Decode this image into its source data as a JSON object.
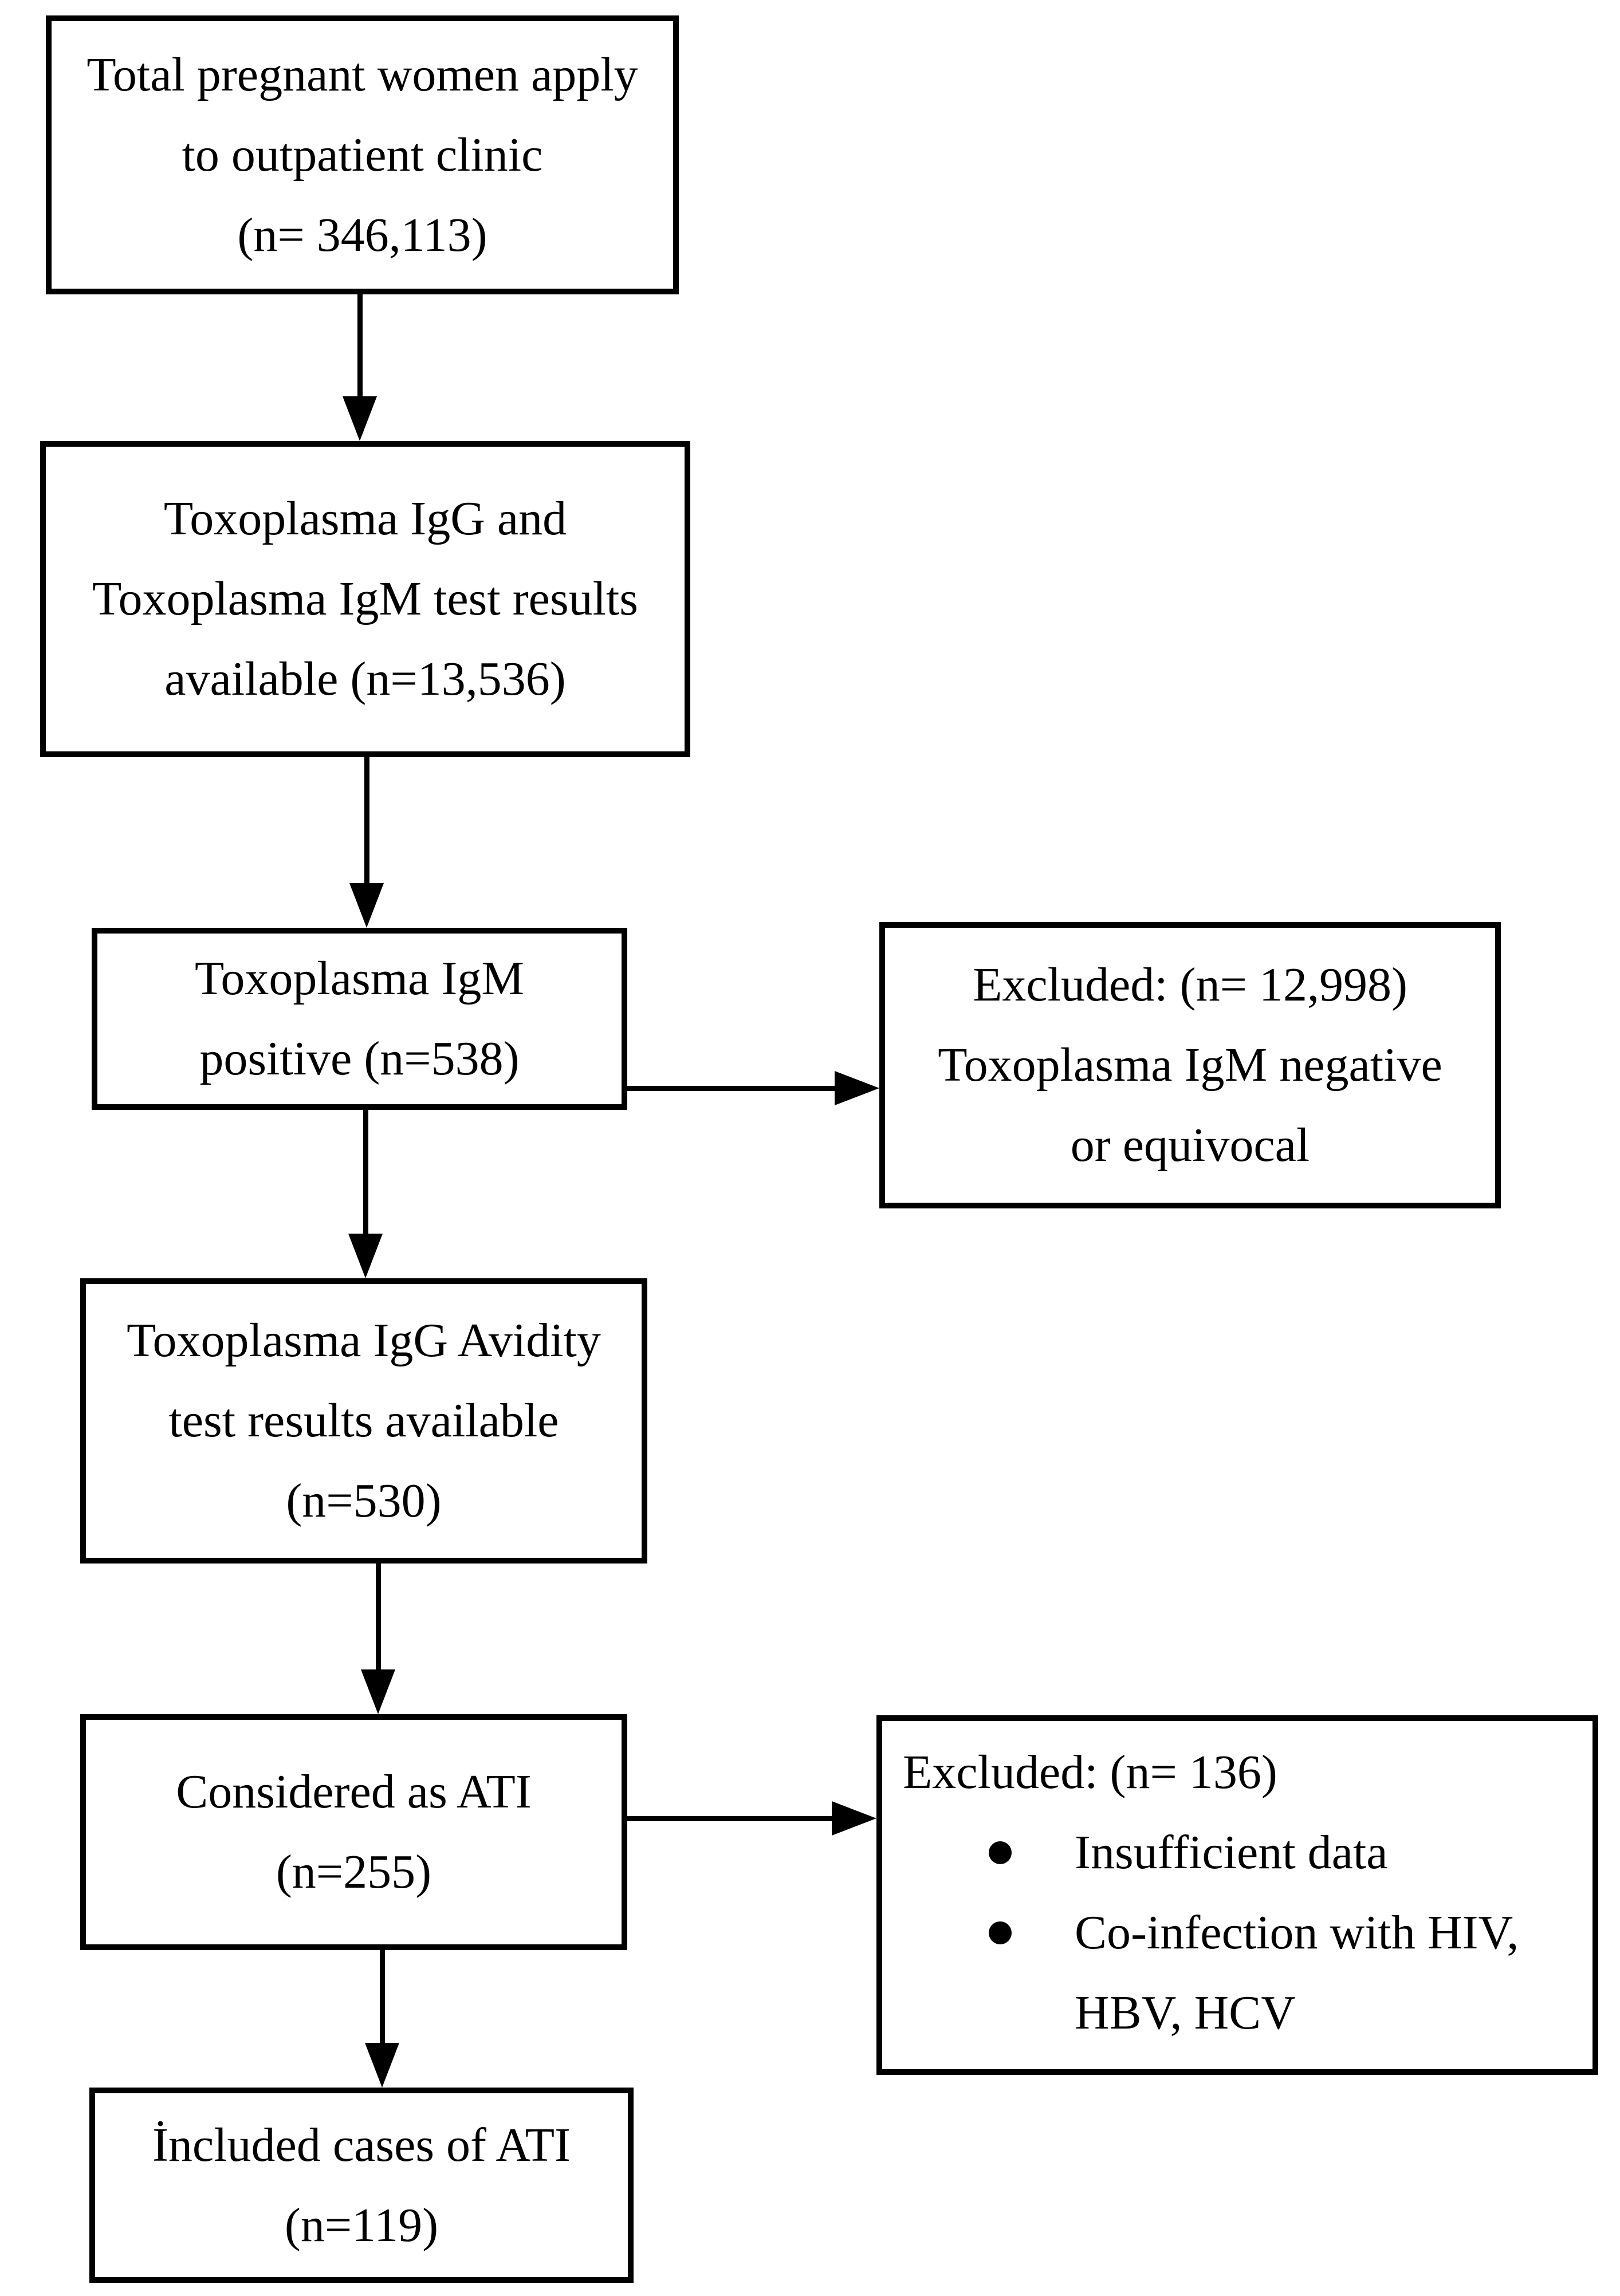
{
  "flowchart": {
    "colors": {
      "border": "#000000",
      "text": "#000000",
      "background": "#ffffff"
    },
    "boxes": [
      {
        "id": "total-pregnant-women",
        "lines": [
          "Total pregnant women apply",
          "to outpatient clinic",
          "(n= 346,113)"
        ]
      },
      {
        "id": "igg-igm-test-results",
        "lines": [
          "Toxoplasma IgG and",
          "Toxoplasma IgM test results",
          "available (n=13,536)"
        ]
      },
      {
        "id": "igm-positive",
        "lines": [
          "Toxoplasma IgM",
          "positive (n=538)"
        ]
      },
      {
        "id": "excluded-igm-negative",
        "lines": [
          "Excluded: (n= 12,998)",
          "Toxoplasma IgM negative",
          "or equivocal"
        ]
      },
      {
        "id": "igg-avidity-results",
        "lines": [
          "Toxoplasma IgG Avidity",
          "test results available",
          "(n=530)"
        ]
      },
      {
        "id": "considered-ati",
        "lines": [
          "Considered as ATI",
          "(n=255)"
        ]
      },
      {
        "id": "excluded-ati",
        "header": "Excluded: (n= 136)",
        "bullets": [
          "Insufficient data",
          "Co-infection with HIV, HBV, HCV"
        ]
      },
      {
        "id": "included-ati",
        "lines": [
          "İncluded cases of ATI",
          "(n=119)"
        ]
      }
    ],
    "connections": [
      {
        "from": "total-pregnant-women",
        "to": "igg-igm-test-results",
        "direction": "down"
      },
      {
        "from": "igg-igm-test-results",
        "to": "igm-positive",
        "direction": "down"
      },
      {
        "from": "igm-positive",
        "to": "excluded-igm-negative",
        "direction": "right"
      },
      {
        "from": "igm-positive",
        "to": "igg-avidity-results",
        "direction": "down"
      },
      {
        "from": "igg-avidity-results",
        "to": "considered-ati",
        "direction": "down"
      },
      {
        "from": "considered-ati",
        "to": "excluded-ati",
        "direction": "right"
      },
      {
        "from": "considered-ati",
        "to": "included-ati",
        "direction": "down"
      }
    ]
  }
}
